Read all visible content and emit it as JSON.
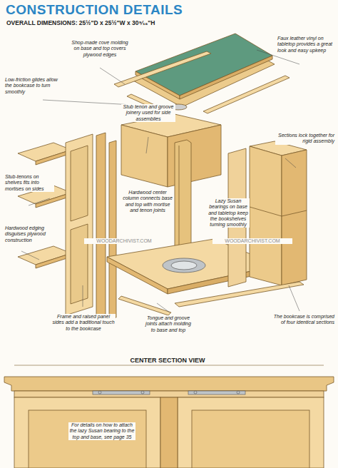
{
  "diagram": {
    "title": "CONSTRUCTION DETAILS",
    "labels": [
      "OVERALL DIMENSIONS: 25½\"D x 25½\"W x 30⁹⁄₁₆\"H",
      "Faux leather vinyl on tabletop provides a great look and easy upkeep",
      "Shop-made cove molding on base and top covers plywood edges",
      "Low-friction glides allow the bookcase to turn smoothly",
      "Stub tenon and groove joinery used for side assemblies",
      "Sections lock together for rigid assembly",
      "Stub-tenons on shelves fits into mortises on sides",
      "Hardwood center column connects base and top with mortise and tenon joints",
      "Lazy Susan bearings on base and tabletop keep the bookshelves turning smoothly",
      "Hardwood edging disguises plywood construction",
      "The bookcase is comprised of four identical sections",
      "Frame and raised panel sides add a traditional touch to the bookcase",
      "Tongue and groove joints attach molding to base and top",
      "CENTER SECTION VIEW",
      "For details on how to attach the lazy Susan bearing to the top and base, see page 35",
      "WOODARCHIVIST.COM",
      "WOODARCHIVIST.COM"
    ]
  }
}
